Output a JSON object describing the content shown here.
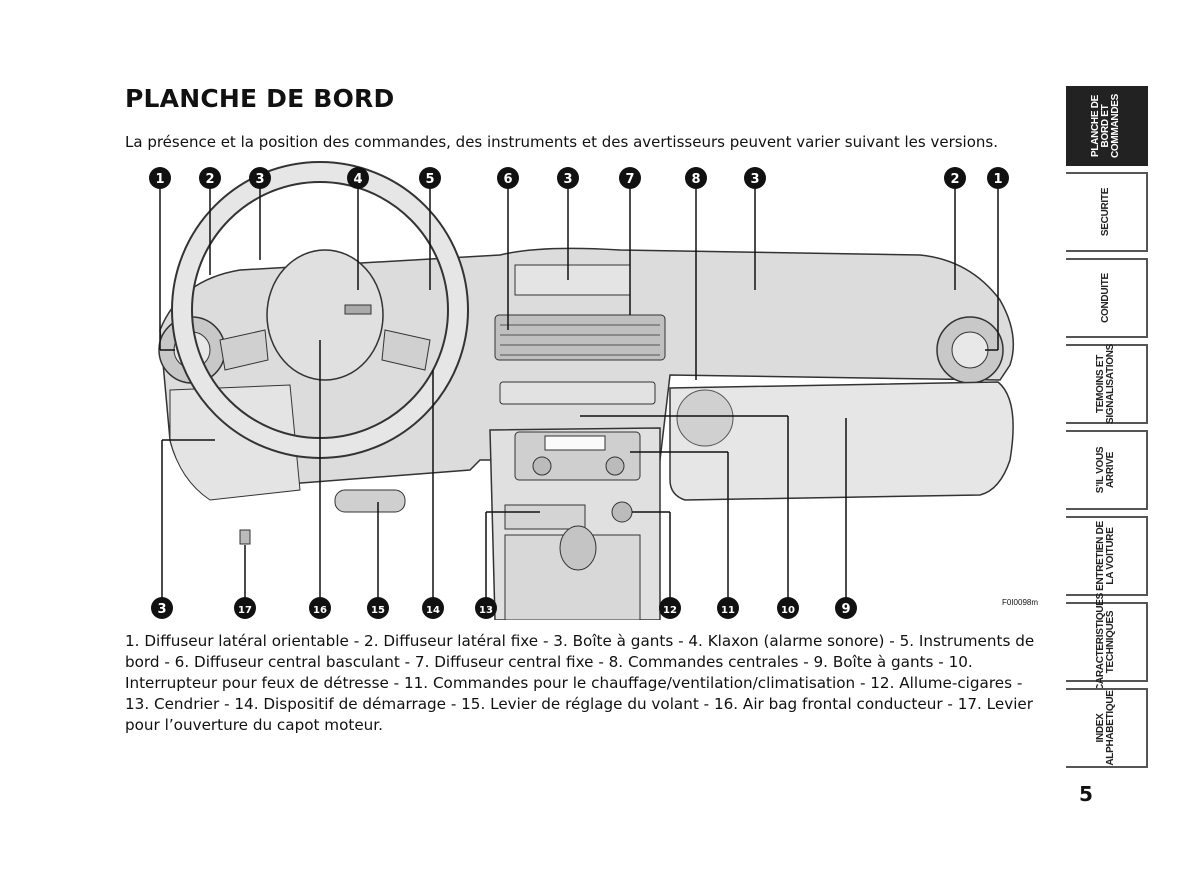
{
  "page": {
    "title": "PLANCHE DE BORD",
    "intro": "La présence et la position des commandes, des instruments et des avertisseurs peuvent varier suivant les versions.",
    "figure_code": "F0I0098m",
    "caption": "1. Diffuseur latéral orientable - 2. Diffuseur latéral fixe - 3. Boîte à gants - 4. Klaxon (alarme sonore) - 5. Instruments de bord - 6. Diffuseur central basculant - 7. Diffuseur central fixe - 8. Commandes centrales - 9. Boîte à gants - 10. Interrupteur pour feux de détresse - 11. Commandes pour le chauffage/ventilation/climatisation - 12. Allume-cigares - 13. Cendrier - 14. Dispositif de démarrage - 15. Levier de réglage du volant - 16. Air bag frontal conducteur - 17. Levier pour l’ouverture du capot moteur.",
    "page_number": "5"
  },
  "callouts_top": [
    "1",
    "2",
    "3",
    "4",
    "5",
    "6",
    "3",
    "7",
    "8",
    "3",
    "2",
    "1"
  ],
  "callouts_bottom": [
    "3",
    "17",
    "16",
    "15",
    "14",
    "13",
    "12",
    "11",
    "10",
    "9"
  ],
  "side_tabs": [
    {
      "label": "PLANCHE DE\nBORD ET\nCOMMANDES",
      "active": true
    },
    {
      "label": "SECURITE",
      "active": false
    },
    {
      "label": "CONDUITE",
      "active": false
    },
    {
      "label": "TEMOINS ET\nSIGNALISATIONS",
      "active": false
    },
    {
      "label": "S’IL VOUS\nARRIVE",
      "active": false
    },
    {
      "label": "ENTRETIEN DE\nLA VOITURE",
      "active": false
    },
    {
      "label": "CARACTERISTIQUES\nTECHNIQUES",
      "active": false
    },
    {
      "label": "INDEX\nALPHABETIQUE",
      "active": false
    }
  ],
  "colors": {
    "accent": "#222222",
    "illustration_fill": "#d9d9d9",
    "outline": "#333333"
  }
}
